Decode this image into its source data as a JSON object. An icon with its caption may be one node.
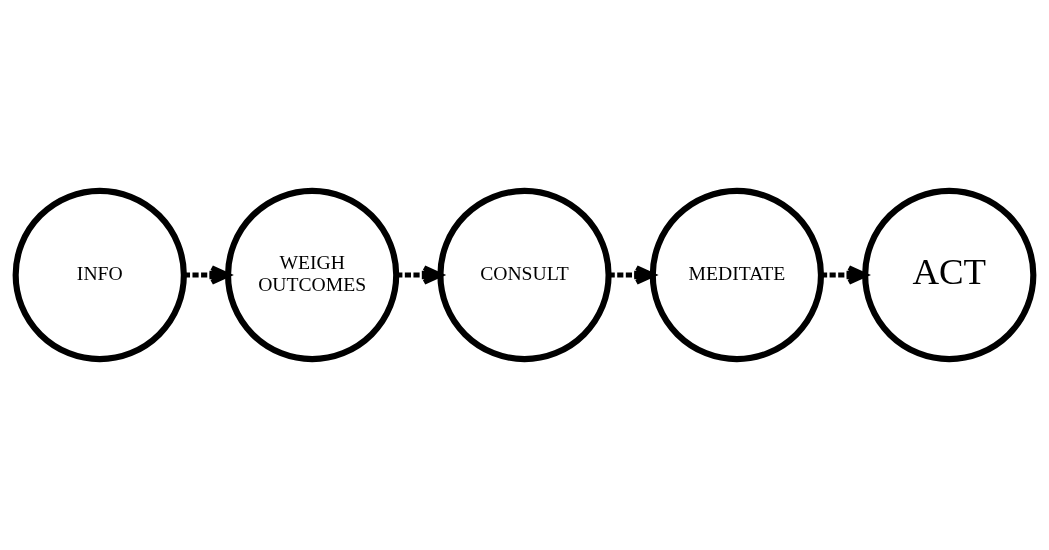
{
  "diagram": {
    "nodes": [
      {
        "text": [
          "INFO"
        ]
      },
      {
        "text": [
          "WEIGH OUTCOMES"
        ]
      },
      {
        "text": [
          "CONSULT"
        ]
      },
      {
        "text": [
          "MEDITATE"
        ]
      },
      {
        "text": [
          "ACT"
        ]
      }
    ],
    "edges": [
      {
        "from": 0,
        "to": 1,
        "arrow": "to",
        "style": "dashed"
      },
      {
        "from": 1,
        "to": 2,
        "arrow": "to",
        "style": "dashed"
      },
      {
        "from": 2,
        "to": 3,
        "arrow": "to",
        "style": "dashed"
      },
      {
        "from": 3,
        "to": 4,
        "arrow": "to",
        "style": "dashed"
      }
    ]
  }
}
